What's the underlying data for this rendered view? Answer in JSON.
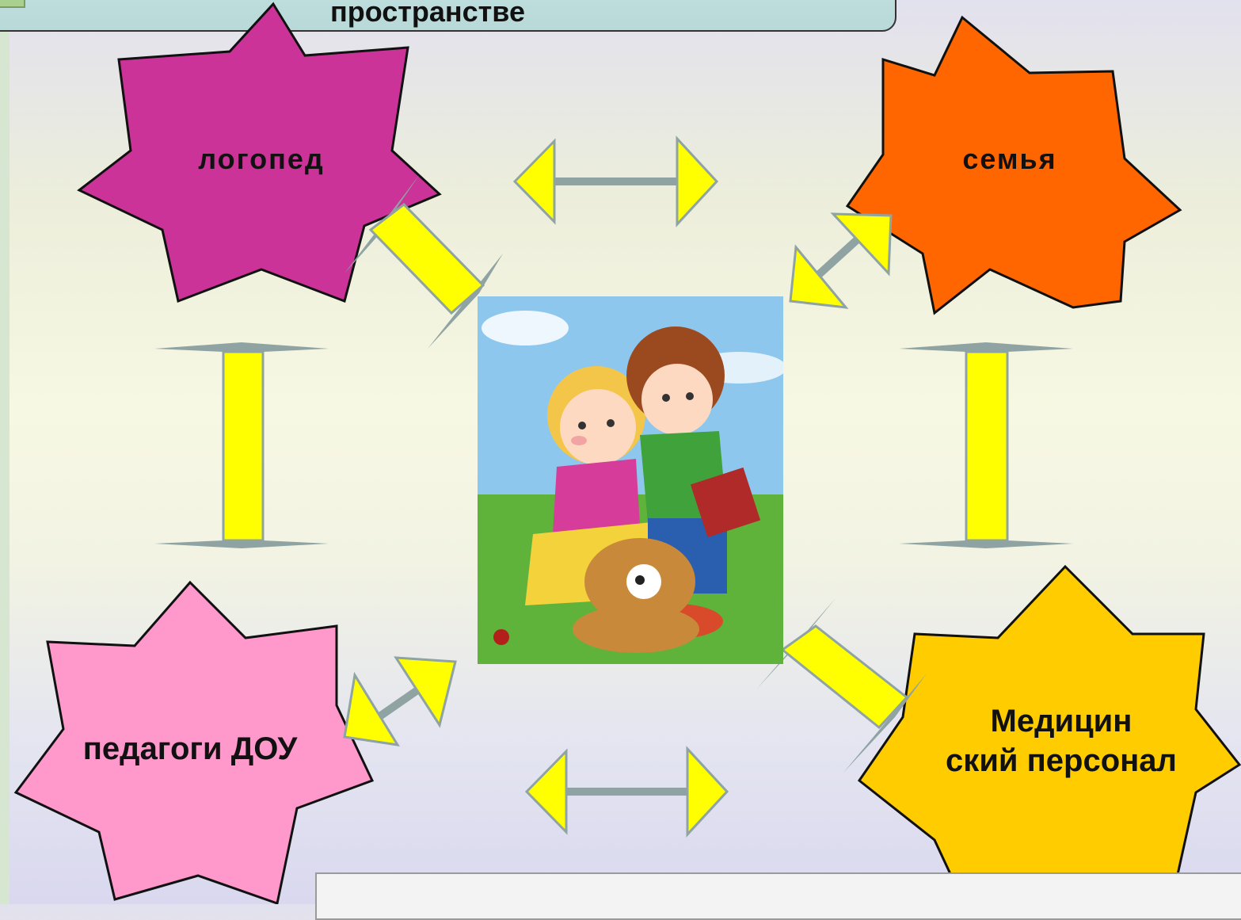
{
  "title": "пространстве",
  "nodes": {
    "logoped": "логопед",
    "family": "семья",
    "teachers": "педагоги ДОУ",
    "medical_line1": "Медицин",
    "medical_line2": "ский персонал"
  },
  "colors": {
    "logoped": "#cc3399",
    "family": "#ff6600",
    "teachers": "#ff99cc",
    "medical": "#ffcc00",
    "arrow_fill": "#ffff00",
    "arrow_shaft": "#8fa3a3"
  },
  "photo": {
    "sky": "#8ec7ee",
    "grass": "#5fb23a"
  }
}
